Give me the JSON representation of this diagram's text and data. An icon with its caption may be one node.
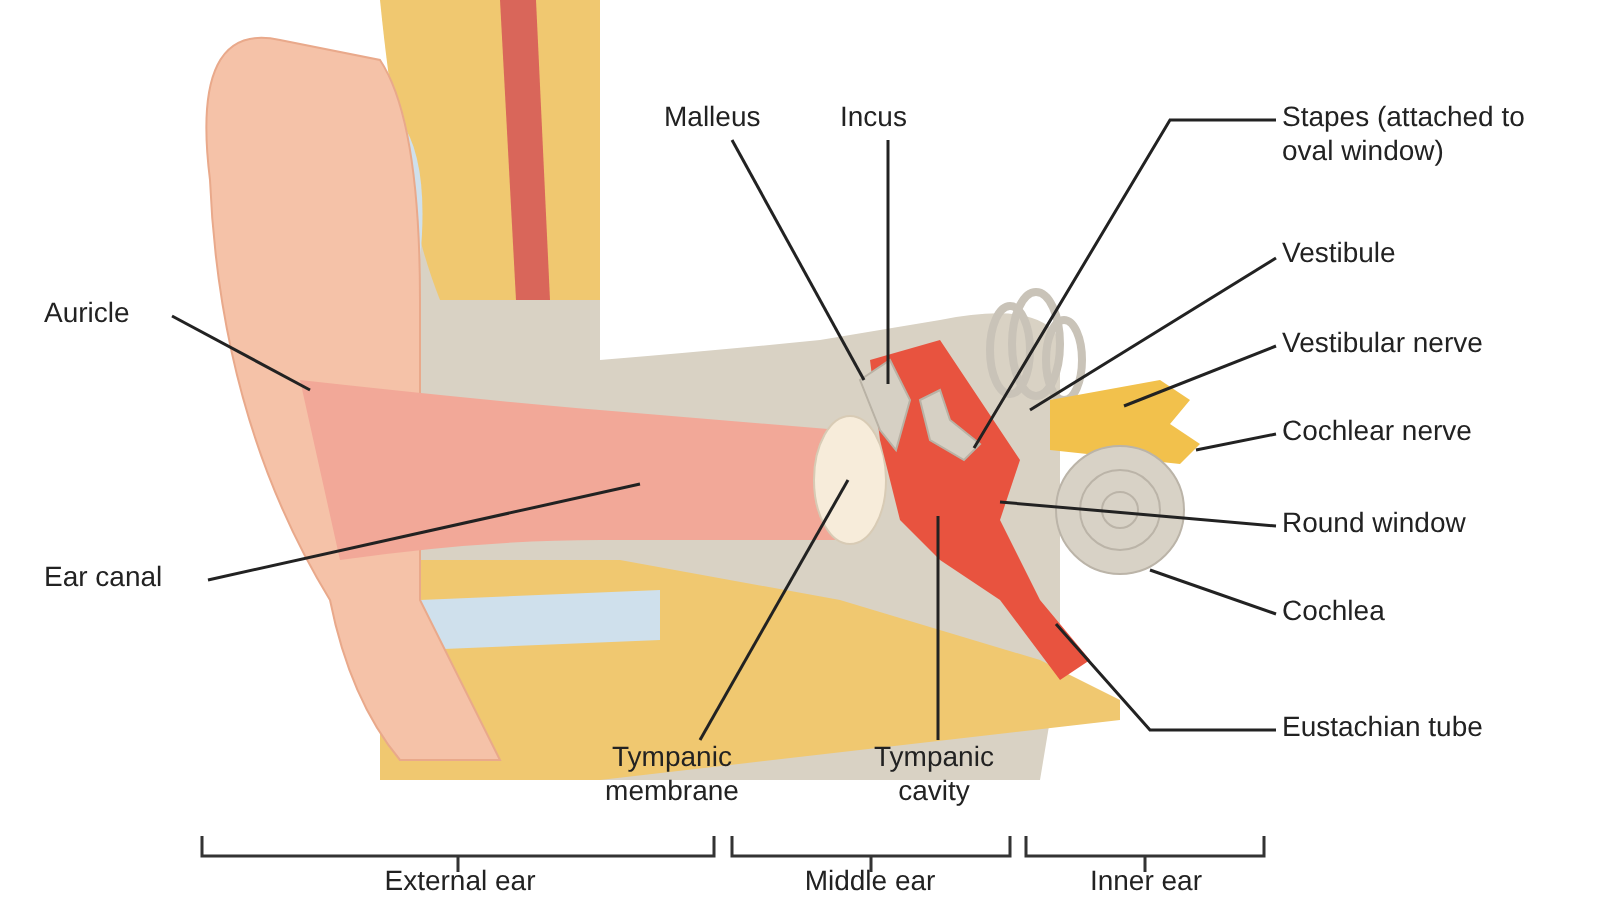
{
  "diagram": {
    "nodes": [
      {
        "text": [
          "Auricle"
        ]
      },
      {
        "text": [
          "Ear canal"
        ]
      },
      {
        "text": [
          "Malleus"
        ]
      },
      {
        "text": [
          "Incus"
        ]
      },
      {
        "text": [
          "Stapes (attached to oval window)"
        ]
      },
      {
        "text": [
          "Vestibule"
        ]
      },
      {
        "text": [
          "Vestibular nerve"
        ]
      },
      {
        "text": [
          "Cochlear nerve"
        ]
      },
      {
        "text": [
          "Round window"
        ]
      },
      {
        "text": [
          "Cochlea"
        ]
      },
      {
        "text": [
          "Eustachian tube"
        ]
      },
      {
        "text": [
          "Tympanic membrane"
        ]
      },
      {
        "text": [
          "Tympanic cavity"
        ]
      }
    ],
    "edges": [
      {
        "from": 0,
        "to": null,
        "arrow": "none"
      },
      {
        "from": 1,
        "to": null,
        "arrow": "none"
      },
      {
        "from": 2,
        "to": null,
        "arrow": "none"
      },
      {
        "from": 3,
        "to": null,
        "arrow": "none"
      },
      {
        "from": 4,
        "to": null,
        "arrow": "none"
      },
      {
        "from": 5,
        "to": null,
        "arrow": "none"
      },
      {
        "from": 6,
        "to": null,
        "arrow": "none"
      },
      {
        "from": 7,
        "to": null,
        "arrow": "none"
      },
      {
        "from": 8,
        "to": null,
        "arrow": "none"
      },
      {
        "from": 9,
        "to": null,
        "arrow": "none"
      },
      {
        "from": 10,
        "to": null,
        "arrow": "none"
      },
      {
        "from": 11,
        "to": null,
        "arrow": "none"
      },
      {
        "from": 12,
        "to": null,
        "arrow": "none"
      }
    ],
    "labels": [
      "External ear",
      "Middle ear",
      "Inner ear"
    ]
  }
}
